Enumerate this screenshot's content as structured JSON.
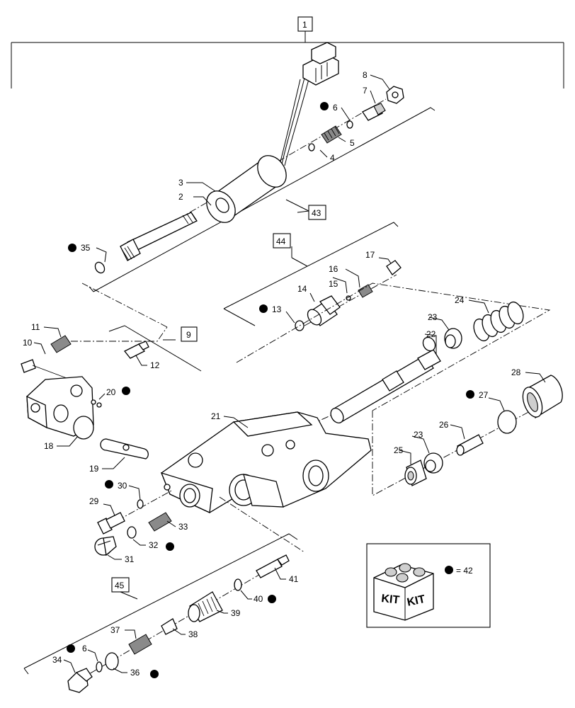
{
  "callouts": [
    {
      "id": "c1",
      "label": "1"
    },
    {
      "id": "c2",
      "label": "2"
    },
    {
      "id": "c3",
      "label": "3"
    },
    {
      "id": "c4",
      "label": "4"
    },
    {
      "id": "c5",
      "label": "5"
    },
    {
      "id": "c6a",
      "label": "6"
    },
    {
      "id": "c6b",
      "label": "6"
    },
    {
      "id": "c7",
      "label": "7"
    },
    {
      "id": "c8",
      "label": "8"
    },
    {
      "id": "c9",
      "label": "9"
    },
    {
      "id": "c10",
      "label": "10"
    },
    {
      "id": "c11",
      "label": "11"
    },
    {
      "id": "c12",
      "label": "12"
    },
    {
      "id": "c13",
      "label": "13"
    },
    {
      "id": "c14",
      "label": "14"
    },
    {
      "id": "c15",
      "label": "15"
    },
    {
      "id": "c16",
      "label": "16"
    },
    {
      "id": "c17",
      "label": "17"
    },
    {
      "id": "c18",
      "label": "18"
    },
    {
      "id": "c19",
      "label": "19"
    },
    {
      "id": "c20",
      "label": "20"
    },
    {
      "id": "c21",
      "label": "21"
    },
    {
      "id": "c22",
      "label": "22"
    },
    {
      "id": "c23a",
      "label": "23"
    },
    {
      "id": "c23b",
      "label": "23"
    },
    {
      "id": "c24",
      "label": "24"
    },
    {
      "id": "c25",
      "label": "25"
    },
    {
      "id": "c26",
      "label": "26"
    },
    {
      "id": "c27",
      "label": "27"
    },
    {
      "id": "c28",
      "label": "28"
    },
    {
      "id": "c29",
      "label": "29"
    },
    {
      "id": "c30",
      "label": "30"
    },
    {
      "id": "c31",
      "label": "31"
    },
    {
      "id": "c32",
      "label": "32"
    },
    {
      "id": "c33",
      "label": "33"
    },
    {
      "id": "c34",
      "label": "34"
    },
    {
      "id": "c35",
      "label": "35"
    },
    {
      "id": "c36",
      "label": "36"
    },
    {
      "id": "c37",
      "label": "37"
    },
    {
      "id": "c38",
      "label": "38"
    },
    {
      "id": "c39",
      "label": "39"
    },
    {
      "id": "c40",
      "label": "40"
    },
    {
      "id": "c41",
      "label": "41"
    },
    {
      "id": "c43",
      "label": "43"
    },
    {
      "id": "c44",
      "label": "44"
    },
    {
      "id": "c45",
      "label": "45"
    }
  ],
  "kit": {
    "box_text_left": "KIT",
    "box_text_right": "KIT",
    "legend": "= 42"
  }
}
